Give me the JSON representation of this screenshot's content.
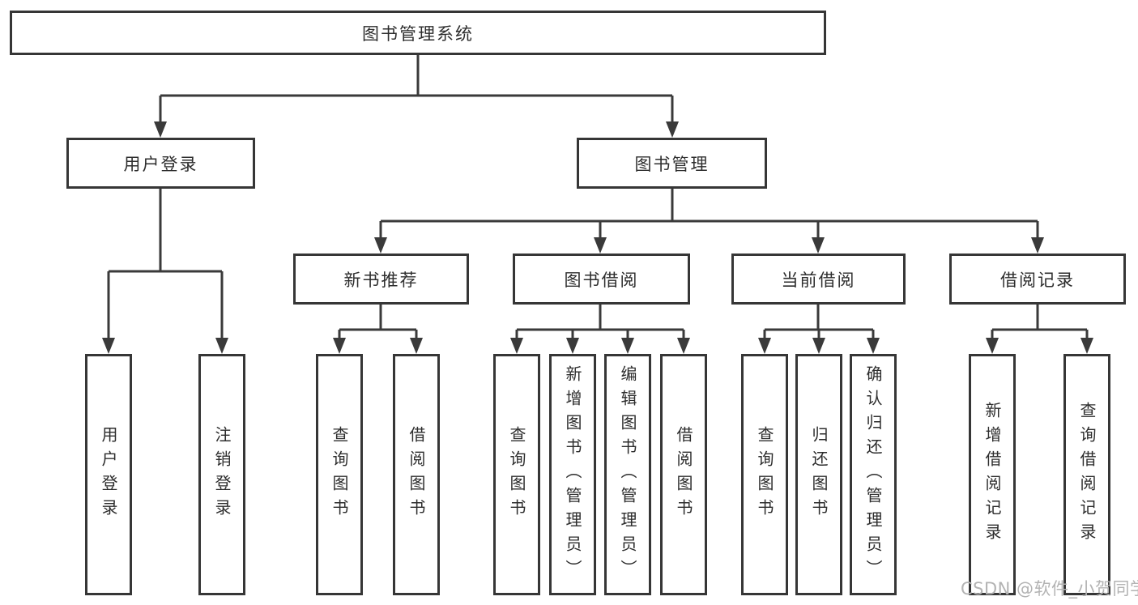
{
  "diagram": {
    "root": "图书管理系统",
    "level2": {
      "user_login": "用户登录",
      "book_mgmt": "图书管理"
    },
    "level3": {
      "new_book_rec": "新书推荐",
      "book_borrow": "图书借阅",
      "current_borrow": "当前借阅",
      "borrow_records": "借阅记录"
    },
    "leaves": {
      "user_login": [
        "用户登录",
        "注销登录"
      ],
      "new_book_rec": [
        "查询图书",
        "借阅图书"
      ],
      "book_borrow": [
        "查询图书",
        "新增图书（管理员）",
        "编辑图书（管理员）",
        "借阅图书"
      ],
      "current_borrow": [
        "查询图书",
        "归还图书",
        "确认归还（管理员）"
      ],
      "borrow_records": [
        "新增借阅记录",
        "查询借阅记录"
      ]
    }
  },
  "watermark": {
    "text": "CSDN @软件_小贺同学"
  },
  "colors": {
    "line": "#3a3a3a",
    "border": "#363636",
    "text": "#2d2d2d",
    "background": "#ffffff",
    "watermark": "#b3b3b3"
  }
}
